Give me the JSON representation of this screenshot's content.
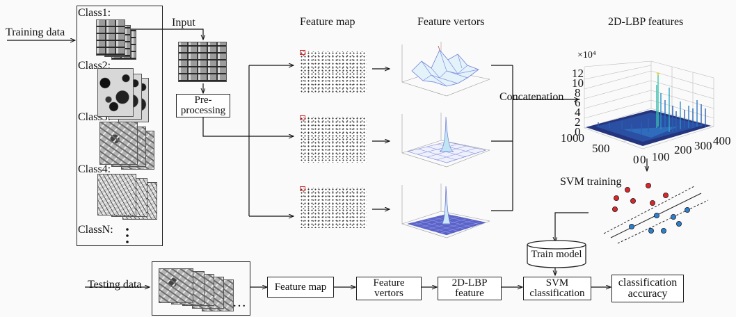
{
  "labels": {
    "training_data": "Training data",
    "input": "Input",
    "preprocessing_line1": "Pre-",
    "preprocessing_line2": "processing",
    "feature_map_heading": "Feature map",
    "feature_vectors_heading": "Feature vertors",
    "lbp_heading": "2D-LBP features",
    "concatenation": "Concatenation",
    "svm_training": "SVM training",
    "train_model": "Train model",
    "testing_data": "Testing data"
  },
  "classes": [
    "Class1:",
    "Class2:",
    "Class3:",
    "Class4:",
    "ClassN:"
  ],
  "pipeline": {
    "feature_map": "Feature map",
    "feature_vectors_line1": "Feature",
    "feature_vectors_line2": "vertors",
    "lbp_line1": "2D-LBP",
    "lbp_line2": "feature",
    "svm_line1": "SVM",
    "svm_line2": "classification",
    "accuracy_line1": "classification",
    "accuracy_line2": "accuracy"
  },
  "lbp_plot": {
    "z_multiplier": "×10⁴",
    "z_ticks": [
      "12",
      "10",
      "8",
      "6",
      "4",
      "2",
      "0"
    ],
    "y_ticks": [
      "1000",
      "500",
      "0"
    ],
    "x_ticks": [
      "0",
      "100",
      "200",
      "300",
      "400"
    ]
  },
  "ellipsis": "…",
  "colors": {
    "svm_red": "#d9262b",
    "svm_blue": "#2b7fd0",
    "surface_blue": "#2a4fa3",
    "marker_red": "#d22222"
  }
}
